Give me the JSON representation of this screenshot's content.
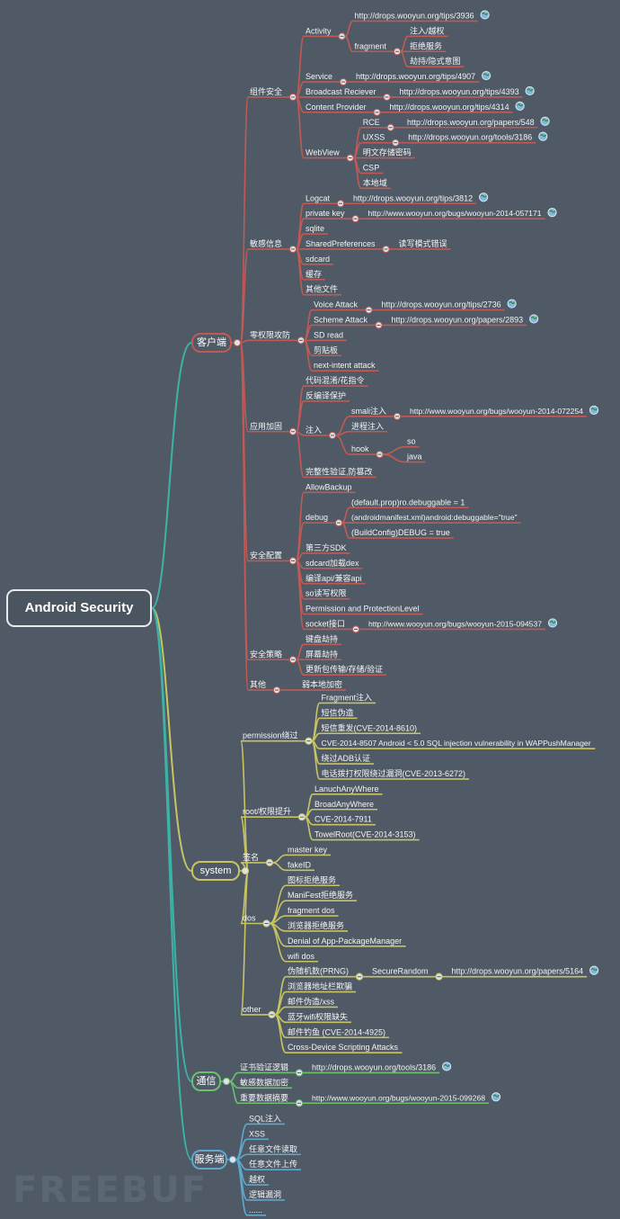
{
  "title": "Android Security",
  "watermark": "FREEBUF",
  "colors": {
    "background": "#4f5a66",
    "root_edge": "#3cb3a6",
    "client": "#c05a52",
    "system": "#c8c463",
    "comm": "#6cc070",
    "server": "#5ea8cc"
  },
  "branches": [
    {
      "id": "client",
      "label": "客户端",
      "children": [
        {
          "label": "组件安全",
          "children": [
            {
              "label": "Activity",
              "children": [
                {
                  "label": "http://drops.wooyun.org/tips/3936"
                },
                {
                  "label": "fragment",
                  "children": [
                    {
                      "label": "注入/越权"
                    },
                    {
                      "label": "拒绝服务"
                    },
                    {
                      "label": "劫持/隐式意图"
                    }
                  ]
                }
              ]
            },
            {
              "label": "Service",
              "children": [
                {
                  "label": "http://drops.wooyun.org/tips/4907"
                }
              ]
            },
            {
              "label": "Broadcast Reciever",
              "children": [
                {
                  "label": "http://drops.wooyun.org/tips/4393"
                }
              ]
            },
            {
              "label": "Content Provider",
              "children": [
                {
                  "label": "http://drops.wooyun.org/tips/4314"
                }
              ]
            },
            {
              "label": "WebView",
              "children": [
                {
                  "label": "RCE",
                  "children": [
                    {
                      "label": "http://drops.wooyun.org/papers/548"
                    }
                  ]
                },
                {
                  "label": "UXSS",
                  "children": [
                    {
                      "label": "http://drops.wooyun.org/tools/3186"
                    }
                  ]
                },
                {
                  "label": "明文存储密码"
                },
                {
                  "label": "CSP"
                },
                {
                  "label": "本地域"
                }
              ]
            }
          ]
        },
        {
          "label": "敏感信息",
          "children": [
            {
              "label": "Logcat",
              "children": [
                {
                  "label": "http://drops.wooyun.org/tips/3812"
                }
              ]
            },
            {
              "label": "private key",
              "children": [
                {
                  "label": "http://www.wooyun.org/bugs/wooyun-2014-057171"
                }
              ]
            },
            {
              "label": "sqlite"
            },
            {
              "label": "SharedPreferences",
              "children": [
                {
                  "label": "读写模式错误"
                }
              ]
            },
            {
              "label": "sdcard"
            },
            {
              "label": "缓存"
            },
            {
              "label": "其他文件"
            }
          ]
        },
        {
          "label": "零权限攻防",
          "children": [
            {
              "label": "Voice Attack",
              "children": [
                {
                  "label": "http://drops.wooyun.org/tips/2736"
                }
              ]
            },
            {
              "label": "Scheme Attack",
              "children": [
                {
                  "label": "http://drops.wooyun.org/papers/2893"
                }
              ]
            },
            {
              "label": "SD read"
            },
            {
              "label": "剪贴板"
            },
            {
              "label": "next-intent attack"
            }
          ]
        },
        {
          "label": "应用加固",
          "children": [
            {
              "label": "代码混淆/花指令"
            },
            {
              "label": "反编译保护"
            },
            {
              "label": "注入",
              "children": [
                {
                  "label": "smali注入",
                  "children": [
                    {
                      "label": "http://www.wooyun.org/bugs/wooyun-2014-072254"
                    }
                  ]
                },
                {
                  "label": "进程注入"
                },
                {
                  "label": "hook",
                  "children": [
                    {
                      "label": "so"
                    },
                    {
                      "label": "java"
                    }
                  ]
                }
              ]
            },
            {
              "label": "完整性验证,防篡改"
            }
          ]
        },
        {
          "label": "安全配置",
          "children": [
            {
              "label": "AllowBackup"
            },
            {
              "label": "debug",
              "children": [
                {
                  "label": "(default.prop)ro.debuggable = 1"
                },
                {
                  "label": "(androidmanifest.xml)android:debuggable=\"true\""
                },
                {
                  "label": "(BuildConfig)DEBUG = true"
                }
              ]
            },
            {
              "label": "第三方SDK"
            },
            {
              "label": "sdcard加载dex"
            },
            {
              "label": "编译api/兼容api"
            },
            {
              "label": "so读写权限"
            },
            {
              "label": "Permission and ProtectionLevel"
            },
            {
              "label": "socket接口",
              "children": [
                {
                  "label": "http://www.wooyun.org/bugs/wooyun-2015-094537"
                }
              ]
            }
          ]
        },
        {
          "label": "安全策略",
          "children": [
            {
              "label": "键盘劫持"
            },
            {
              "label": "屏幕劫持"
            },
            {
              "label": "更新包传输/存储/验证"
            }
          ]
        },
        {
          "label": "其他",
          "children": [
            {
              "label": "弱本地加密"
            }
          ]
        }
      ]
    },
    {
      "id": "system",
      "label": "system",
      "children": [
        {
          "label": "permission绕过",
          "children": [
            {
              "label": "Fragment注入"
            },
            {
              "label": "短信伪造"
            },
            {
              "label": "短信重发(CVE-2014-8610)"
            },
            {
              "label": "CVE-2014-8507 Android < 5.0 SQL injection vulnerability in WAPPushManager"
            },
            {
              "label": "绕过ADB认证"
            },
            {
              "label": "电话拨打权限绕过漏洞(CVE-2013-6272)"
            }
          ]
        },
        {
          "label": "root/权限提升",
          "children": [
            {
              "label": "LanuchAnyWhere"
            },
            {
              "label": "BroadAnyWhere"
            },
            {
              "label": "CVE-2014-7911"
            },
            {
              "label": "TowelRoot(CVE-2014-3153)"
            }
          ]
        },
        {
          "label": "签名",
          "children": [
            {
              "label": "master key"
            },
            {
              "label": "fakeID"
            }
          ]
        },
        {
          "label": "dos",
          "children": [
            {
              "label": "图标拒绝服务"
            },
            {
              "label": "ManiFest拒绝服务"
            },
            {
              "label": "fragment dos"
            },
            {
              "label": "浏览器拒绝服务"
            },
            {
              "label": "Denial of App-PackageManager"
            },
            {
              "label": "wifi dos"
            }
          ]
        },
        {
          "label": "other",
          "children": [
            {
              "label": "伪随机数(PRNG)",
              "children": [
                {
                  "label": "SecureRandom",
                  "children": [
                    {
                      "label": "http://drops.wooyun.org/papers/5164"
                    }
                  ]
                }
              ]
            },
            {
              "label": "浏览器地址栏欺骗"
            },
            {
              "label": "邮件伪造/xss"
            },
            {
              "label": "蓝牙wifi权限缺失"
            },
            {
              "label": "邮件钓鱼 (CVE-2014-4925)"
            },
            {
              "label": "Cross-Device Scripting Attacks"
            }
          ]
        }
      ]
    },
    {
      "id": "comm",
      "label": "通信",
      "children": [
        {
          "label": "证书验证逻辑",
          "children": [
            {
              "label": "http://drops.wooyun.org/tools/3186"
            }
          ]
        },
        {
          "label": "敏感数据加密"
        },
        {
          "label": "重要数据摘要",
          "children": [
            {
              "label": "http://www.wooyun.org/bugs/wooyun-2015-099268"
            }
          ]
        }
      ]
    },
    {
      "id": "server",
      "label": "服务端",
      "children": [
        {
          "label": "SQL注入"
        },
        {
          "label": "XSS"
        },
        {
          "label": "任意文件读取"
        },
        {
          "label": "任意文件上传"
        },
        {
          "label": "越权"
        },
        {
          "label": "逻辑漏洞"
        },
        {
          "label": "......"
        }
      ]
    }
  ]
}
